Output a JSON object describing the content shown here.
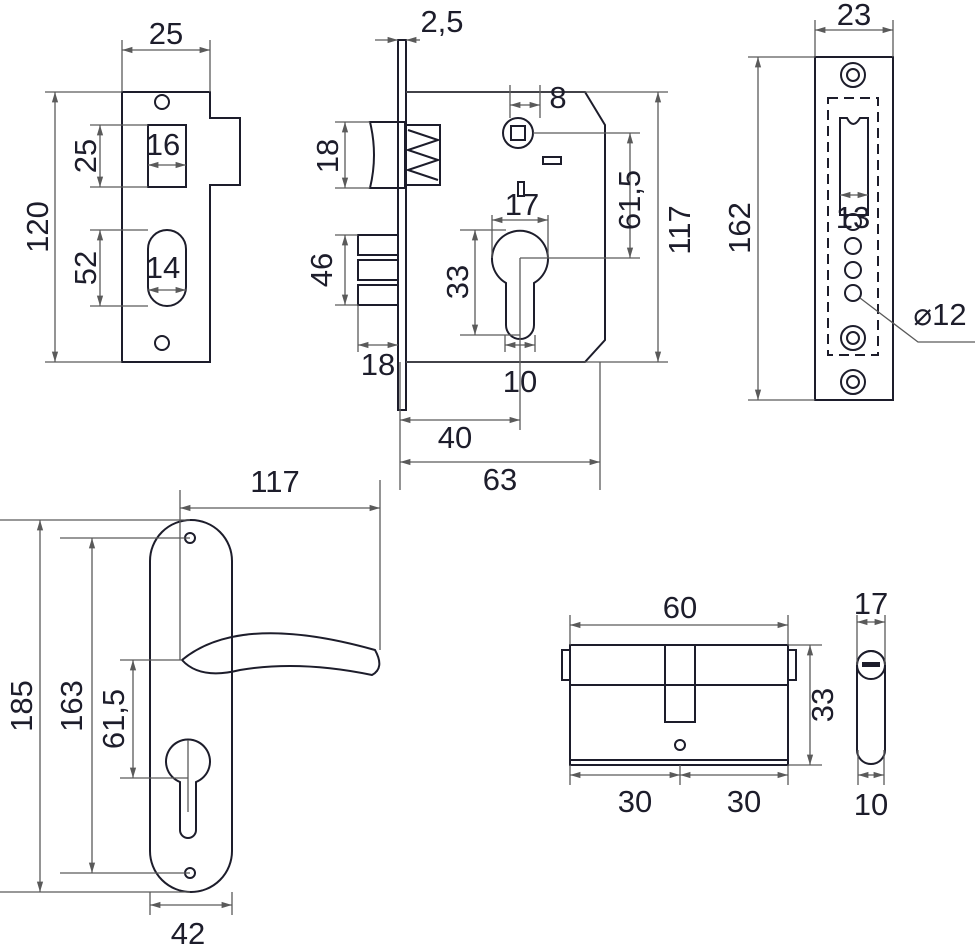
{
  "strike_plate": {
    "width": "25",
    "height": "120",
    "latch_opening_height": "25",
    "latch_opening_width": "16",
    "bolt_slot_height": "52",
    "bolt_slot_width": "14"
  },
  "lock_body": {
    "faceplate_thickness": "2,5",
    "spindle": "8",
    "latch_height": "18",
    "bolt_height": "46",
    "bolt_projection": "18",
    "cylinder_width": "17",
    "cylinder_height": "33",
    "center_distance": "61,5",
    "body_height": "117",
    "cylinder_bottom": "10",
    "backset": "40",
    "body_depth": "63"
  },
  "faceplate": {
    "width": "23",
    "height": "162",
    "slot_width": "13",
    "hole_diameter": "⌀12"
  },
  "handle": {
    "lever_length": "117",
    "plate_height": "185",
    "screw_distance": "163",
    "center_distance": "61,5",
    "plate_width": "42"
  },
  "cylinder": {
    "length": "60",
    "height": "33",
    "half_left": "30",
    "half_right": "30",
    "side_width": "17",
    "side_depth": "10"
  }
}
